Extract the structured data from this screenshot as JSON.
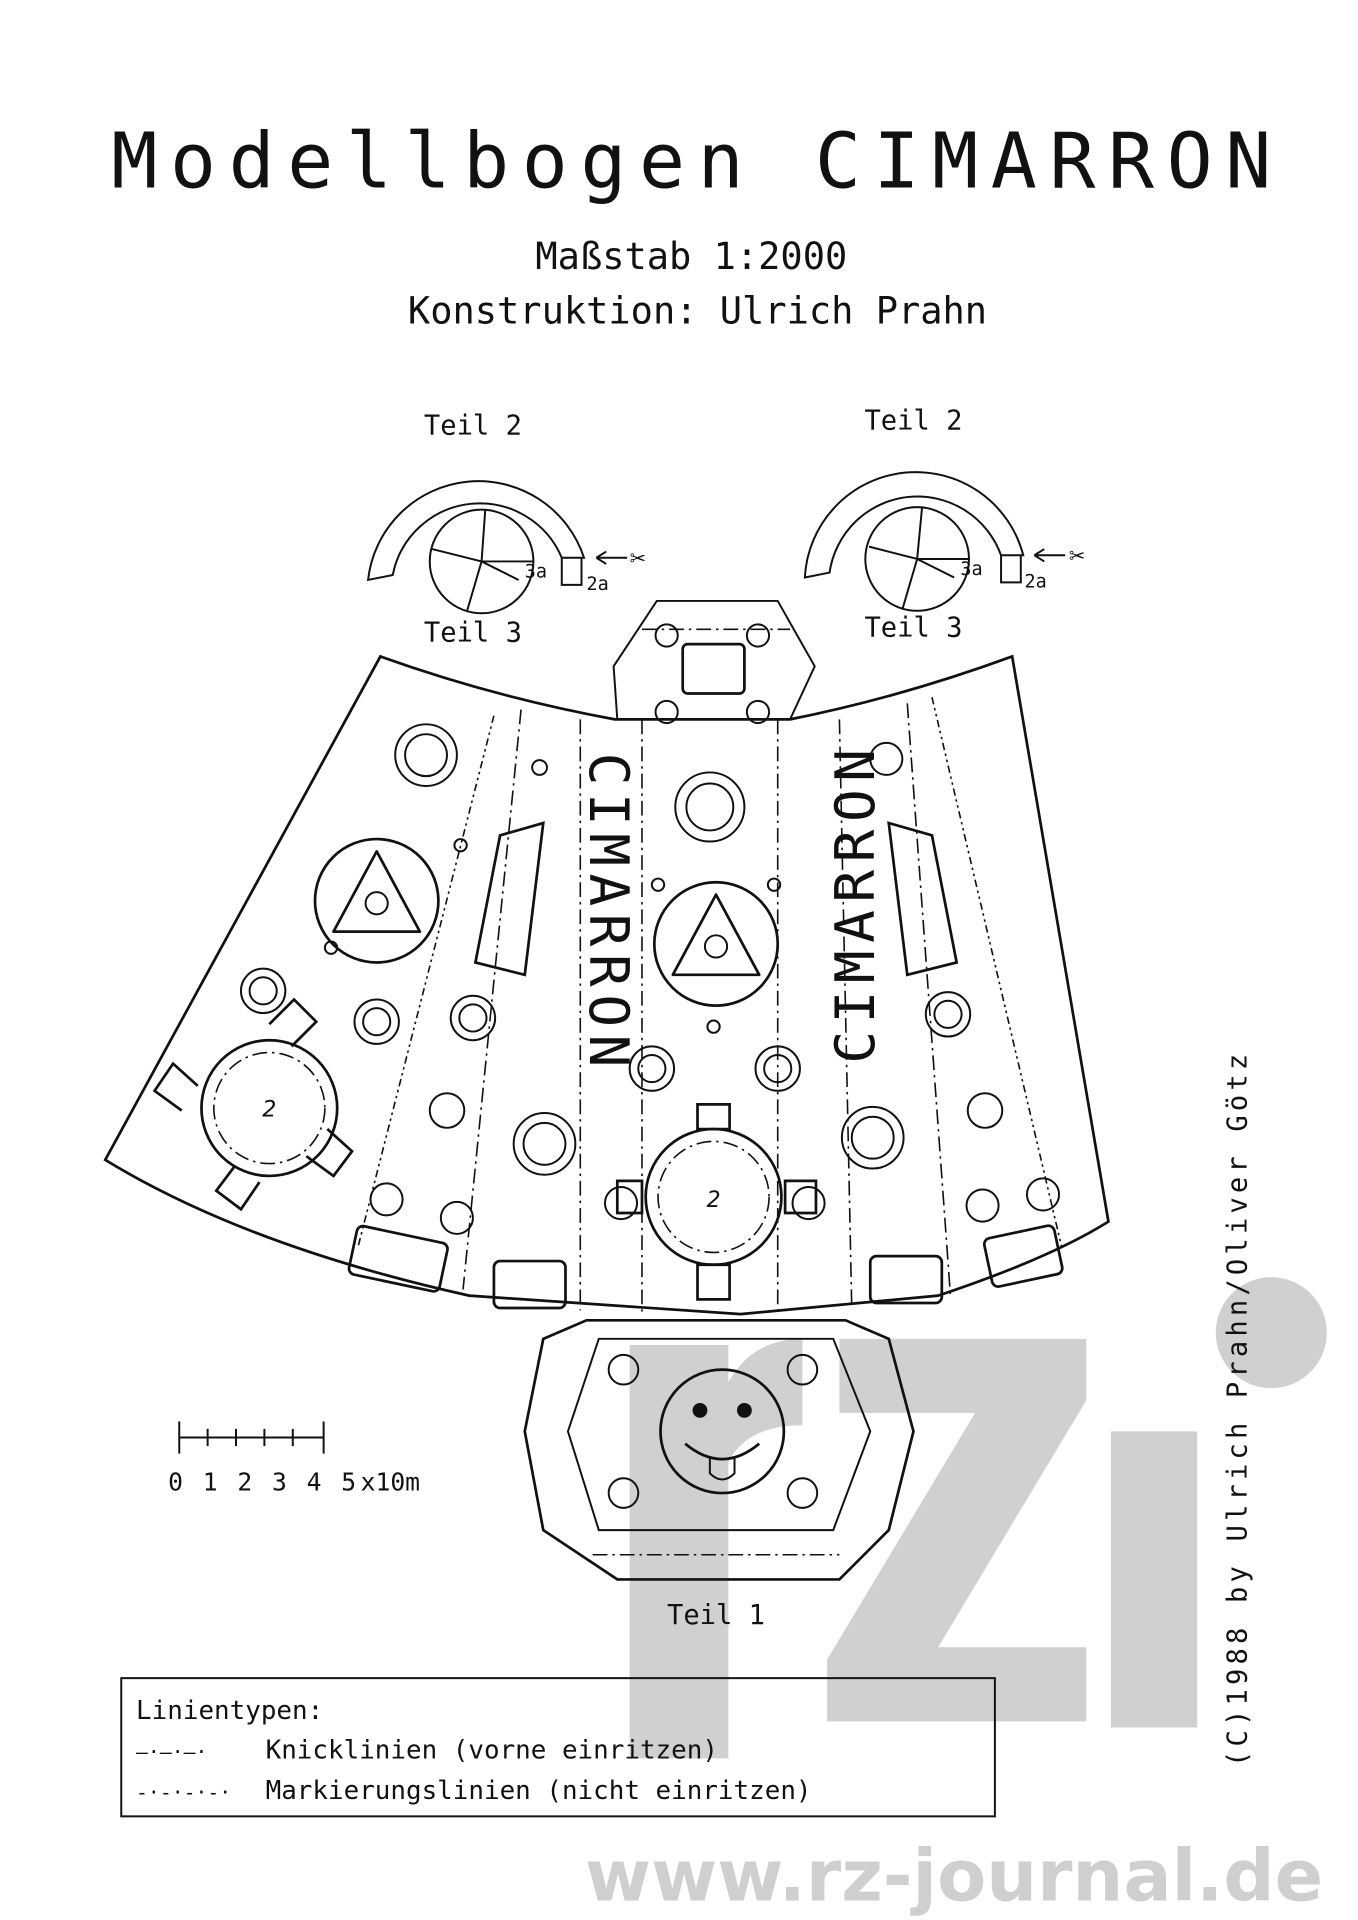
{
  "header": {
    "title": "Modellbogen CIMARRON",
    "scale": "Maßstab 1:2000",
    "construction": "Konstruktion: Ulrich Prahn"
  },
  "parts": {
    "teil2_left": "Teil 2",
    "teil2_right": "Teil 2",
    "teil3_left": "Teil 3",
    "teil3_right": "Teil 3",
    "teil1": "Teil 1",
    "tab_3a": "3a",
    "tab_2a": "2a",
    "ship_name_left": "CIMARRON",
    "ship_name_right": "CIMARRON",
    "mount_marker_left": "2",
    "mount_marker_center": "2"
  },
  "scale_bar": {
    "ticks": "0 1 2 3 4 5",
    "unit": "x10m"
  },
  "legend": {
    "title": "Linientypen:",
    "items": [
      {
        "sample": "—·—·—·",
        "label": "Knicklinien (vorne einritzen)"
      },
      {
        "sample": "-·-·-·-·",
        "label": "Markierungslinien (nicht einritzen)"
      }
    ]
  },
  "copyright": "(C)1988 by Ulrich Prahn/Oliver Götz",
  "watermark": {
    "logo": "rz",
    "url": "www.rz-journal.de",
    "color": "#d0d0d0"
  }
}
